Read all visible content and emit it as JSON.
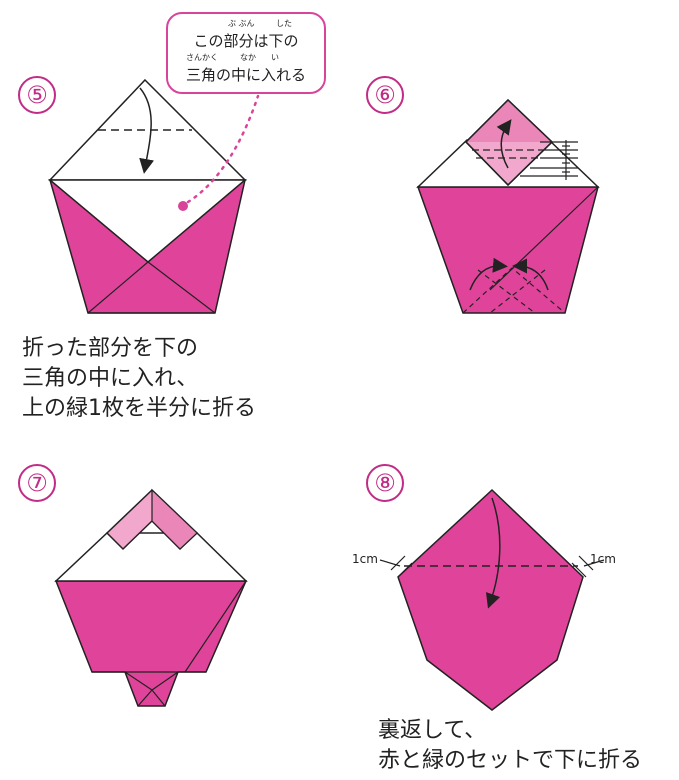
{
  "steps": [
    {
      "number": "⑤",
      "caption_lines": [
        "折った部分を下の",
        "三角の中に入れ、",
        "上の緑1枚を半分に折る"
      ]
    },
    {
      "number": "⑥",
      "caption_lines": []
    },
    {
      "number": "⑦",
      "caption_lines": []
    },
    {
      "number": "⑧",
      "caption_lines": [
        "裏返して、",
        "赤と緑のセットで下に折る"
      ]
    }
  ],
  "callout": {
    "line1": "この部分は下の",
    "line2": "三角の中に入れる",
    "furigana": [
      "ぶ ぶん",
      "した",
      "さんかく",
      "なか",
      "い"
    ]
  },
  "measurements": {
    "left": "1cm",
    "right": "1cm"
  },
  "colors": {
    "magenta": "#e0449a",
    "light_pink": "#f2a7cc",
    "accent": "#c02c86",
    "outline": "#222222"
  }
}
